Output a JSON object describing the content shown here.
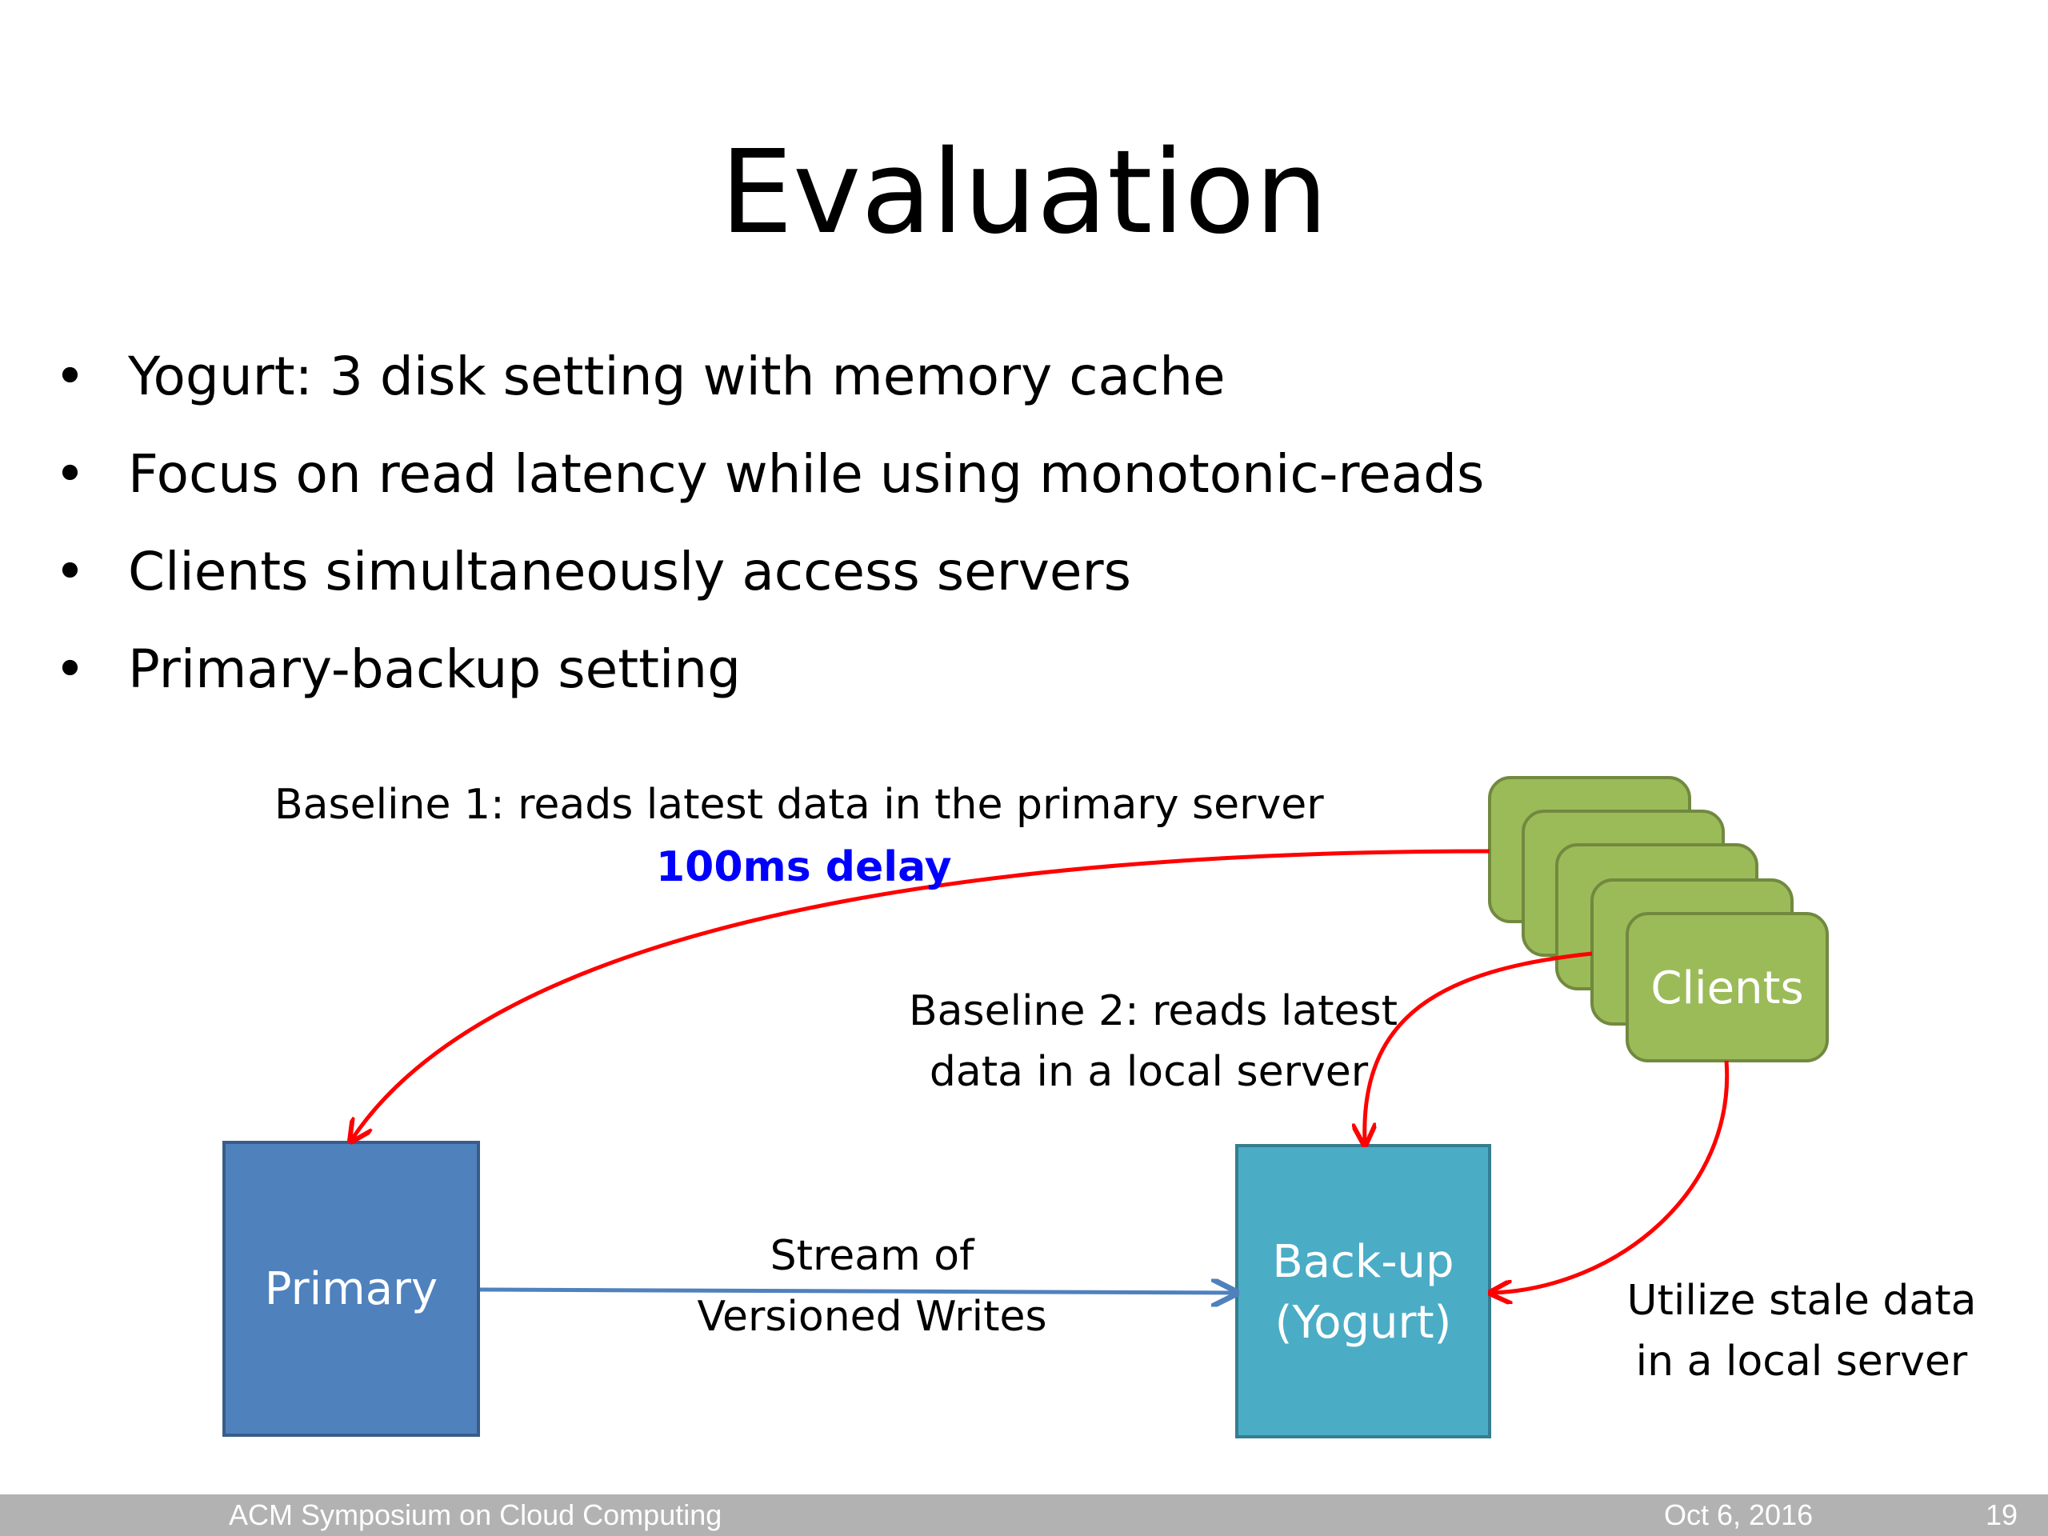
{
  "slide": {
    "title": "Evaluation",
    "bullets": [
      "Yogurt: 3 disk setting with memory cache",
      "Focus on read latency while using monotonic-reads",
      "Clients simultaneously access servers",
      "Primary-backup setting"
    ]
  },
  "diagram": {
    "baseline1_label": "Baseline 1: reads latest data in the primary server",
    "delay_label": "100ms delay",
    "baseline2_line1": "Baseline 2: reads latest",
    "baseline2_line2": "data in a local server",
    "clients_label": "Clients",
    "primary_label": "Primary",
    "backup_line1": "Back-up",
    "backup_line2": "(Yogurt)",
    "stream_line1": "Stream of",
    "stream_line2": "Versioned Writes",
    "stale_line1": "Utilize stale data",
    "stale_line2": "in a local server",
    "colors": {
      "clients_fill": "#9bbb59",
      "clients_stroke": "#71893f",
      "primary_fill": "#4f81bd",
      "backup_fill": "#4bacc6",
      "arrow_red": "#ff0000",
      "arrow_blue": "#4f81bd",
      "delay_text": "#0000ff"
    }
  },
  "footer": {
    "conference": "ACM Symposium on Cloud Computing",
    "date": "Oct 6, 2016",
    "page": "19"
  }
}
